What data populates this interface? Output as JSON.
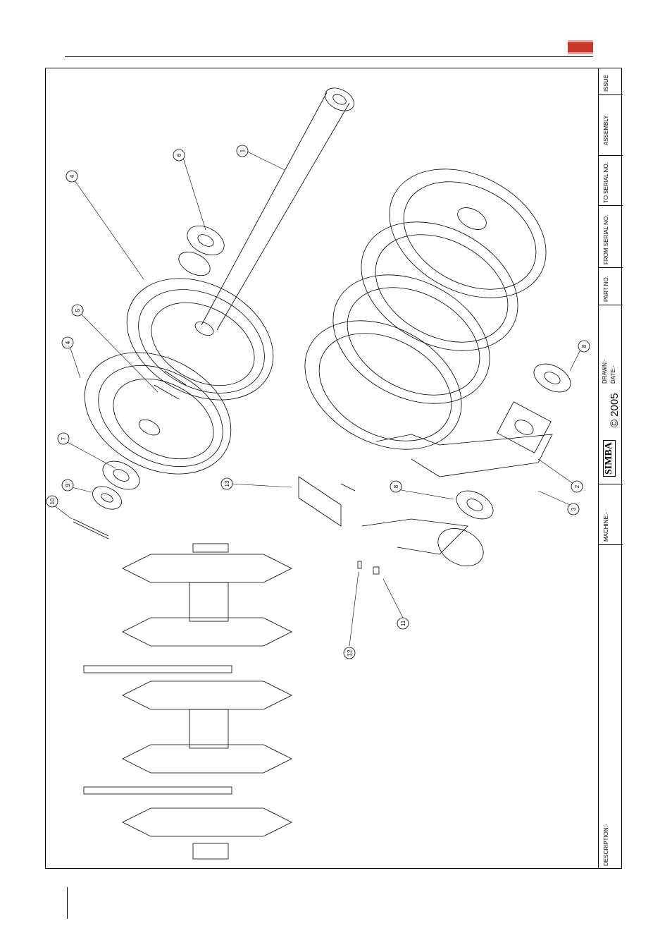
{
  "header": {
    "brand_logo_text": "SIMBA"
  },
  "callouts": [
    "1",
    "2",
    "3",
    "4",
    "4",
    "5",
    "6",
    "7",
    "8",
    "8",
    "9",
    "10",
    "11",
    "12",
    "13"
  ],
  "title_block": {
    "issue_label": "ISSUE",
    "assembly_label": "ASSEMBLY",
    "to_serial_label": "TO SERIAL NO.",
    "from_serial_label": "FROM SERIAL NO.",
    "part_no_label": "PART NO.",
    "drawn_label": "DRAWN:-",
    "date_label": "DATE:-",
    "copyright": "© 2005",
    "brand": "SIMBA",
    "machine_label": "MACHINE:-",
    "description_label": "DESCRIPTION:-"
  },
  "colors": {
    "line": "#000000",
    "brand_red": "#c8362a",
    "background": "#ffffff"
  }
}
